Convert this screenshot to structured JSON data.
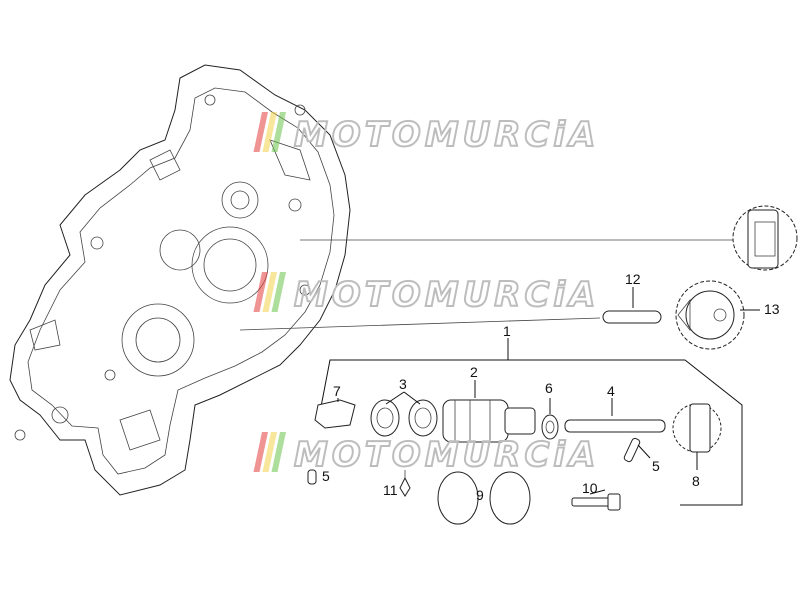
{
  "watermark": {
    "text": "MOTOMURCiA",
    "colors": {
      "outline": "#bdbdbd",
      "bar_red": "#e23b3b",
      "bar_yellow": "#f2d447",
      "bar_green": "#6cc24a"
    }
  },
  "callouts": [
    {
      "id": "1",
      "label": "1"
    },
    {
      "id": "2",
      "label": "2"
    },
    {
      "id": "3",
      "label": "3"
    },
    {
      "id": "4",
      "label": "4"
    },
    {
      "id": "5a",
      "label": "5"
    },
    {
      "id": "5b",
      "label": "5"
    },
    {
      "id": "6",
      "label": "6"
    },
    {
      "id": "7",
      "label": "7"
    },
    {
      "id": "8",
      "label": "8"
    },
    {
      "id": "9",
      "label": "9"
    },
    {
      "id": "10",
      "label": "10"
    },
    {
      "id": "11",
      "label": "11"
    },
    {
      "id": "12",
      "label": "12"
    },
    {
      "id": "13",
      "label": "13"
    }
  ]
}
